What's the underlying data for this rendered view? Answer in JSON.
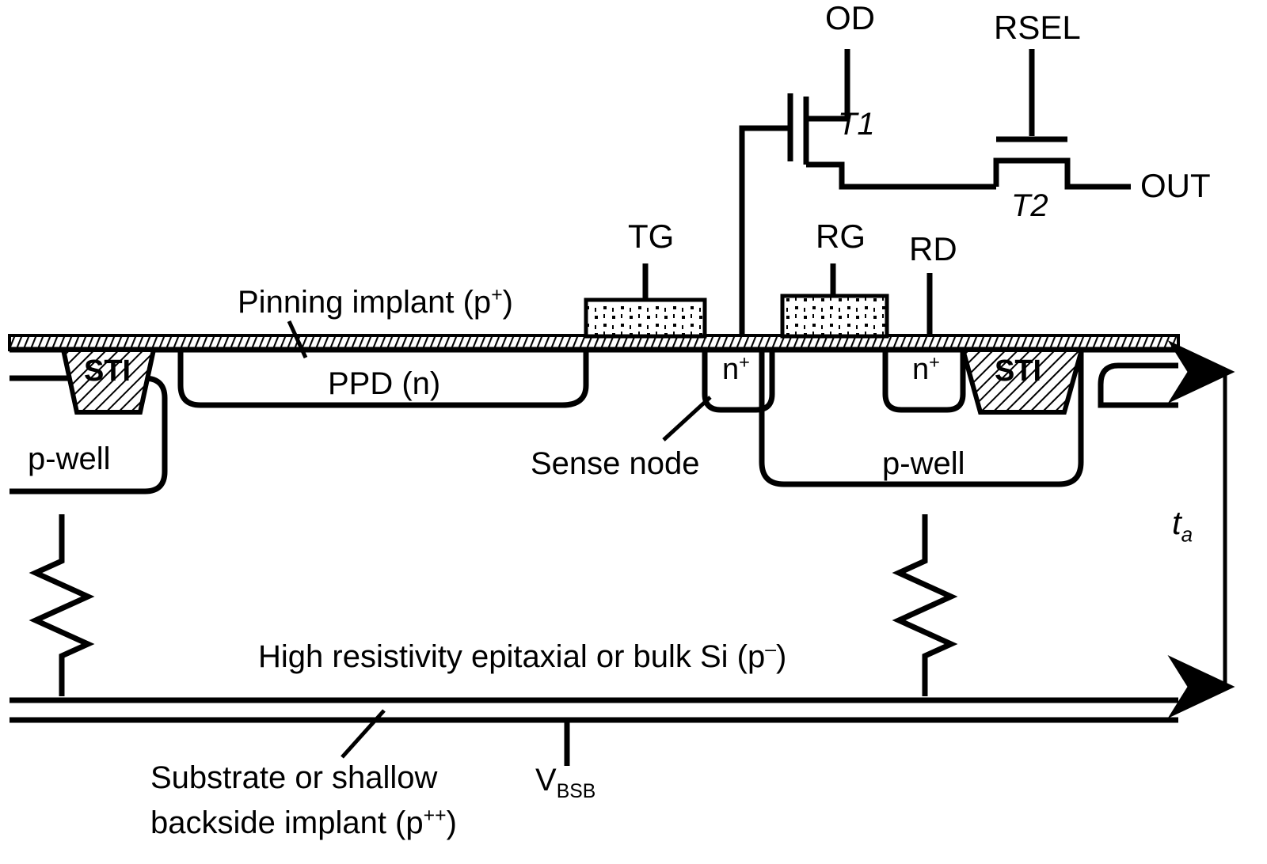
{
  "figure": {
    "title": "Backside-illuminated pinned photodiode pixel cross-section with 3T readout",
    "type": "semiconductor-device-cross-section"
  },
  "labels": {
    "od": "OD",
    "rsel": "RSEL",
    "out": "OUT",
    "t1": "T1",
    "t2": "T2",
    "tg": "TG",
    "rg": "RG",
    "rd": "RD",
    "pinning_implant": "Pinning implant (p",
    "pinning_implant_sup": "+",
    "pinning_implant_tail": ")",
    "ppd": "PPD (n)",
    "sti_left": "STI",
    "sti_right": "STI",
    "pwell_left": "p-well",
    "pwell_right": "p-well",
    "sense_node": "Sense node",
    "nplus_sense": "n",
    "nplus_sense_sup": "+",
    "nplus_rd": "n",
    "nplus_rd_sup": "+",
    "epi_main": "High resistivity epitaxial or bulk Si (p",
    "epi_sup": "–",
    "epi_tail": ")",
    "substrate_line1": "Substrate or shallow",
    "substrate_line2_main": "backside implant (p",
    "substrate_line2_sup": "++",
    "substrate_line2_tail": ")",
    "vbsb_main": "V",
    "vbsb_sub": "BSB",
    "ta_main": "t",
    "ta_sub": "a"
  },
  "colors": {
    "stroke": "#000000",
    "background": "#ffffff",
    "fill": "#ffffff"
  }
}
